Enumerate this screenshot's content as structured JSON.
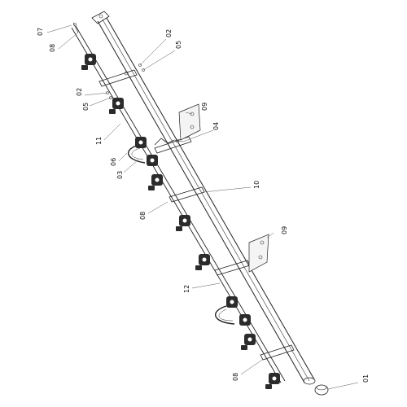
{
  "figure": {
    "background": "#ffffff",
    "line_color": "#222222"
  },
  "callouts": [
    "07",
    "08",
    "02",
    "05",
    "02",
    "05",
    "09",
    "04",
    "11",
    "06",
    "03",
    "10",
    "08",
    "09",
    "12",
    "01",
    "08"
  ]
}
